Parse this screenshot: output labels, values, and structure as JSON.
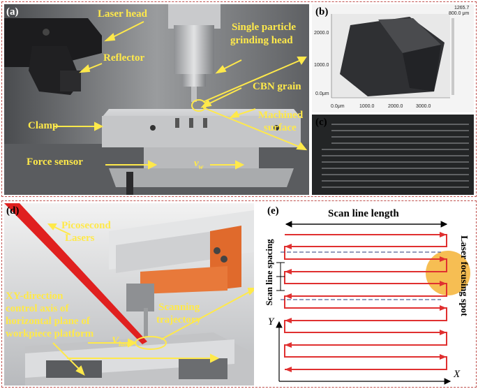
{
  "panel_a": {
    "label": "(a)",
    "laser_head": "Laser head",
    "reflector": "Reflector",
    "single_particle_line1": "Single particle",
    "single_particle_line2": "grinding head",
    "cbn_grain": "CBN grain",
    "machined_line1": "Machined",
    "machined_line2": "surface",
    "clamp": "Clamp",
    "force_sensor": "Force sensor",
    "vw": "v",
    "vw_sub": "w"
  },
  "panel_b": {
    "label": "(b)",
    "scale_top": "1265.7",
    "scale_unit": "800.0 μm",
    "y_ticks": [
      "2000.0",
      "1000.0",
      "0.0μm"
    ],
    "x_ticks": [
      "0.0μm",
      "1000.0",
      "2000.0",
      "3000.0"
    ]
  },
  "panel_c": {
    "label": "(c)"
  },
  "panel_d": {
    "label": "(d)",
    "picosecond_line1": "Picosecond",
    "picosecond_line2": "Lasers",
    "xy_line1": "XY-direction",
    "xy_line2": "control axis of",
    "xy_line3": "horizontal plane of",
    "xy_line4": "workpiece platform",
    "scanning_line1": "Scanning",
    "scanning_line2": "trajectory",
    "vlaser": "V",
    "vlaser_sub": "laser"
  },
  "panel_e": {
    "label": "(e)",
    "scan_line_length": "Scan line length",
    "scan_line_spacing": "Scan line spacing",
    "laser_focusing_spot": "Laser focusing spot",
    "axis_y": "Y",
    "axis_x": "X"
  },
  "colors": {
    "frame": "#c0504d",
    "annotation": "#ffe94a",
    "scan_line": "#e03030",
    "spot": "#f5b335"
  }
}
